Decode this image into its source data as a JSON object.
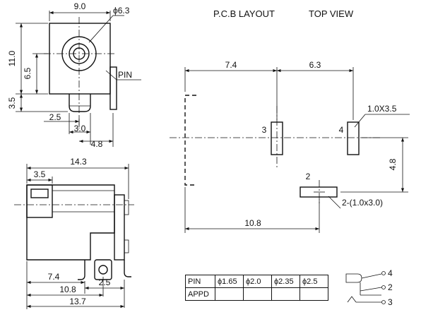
{
  "layout_title": "P.C.B LAYOUT",
  "view_label": "TOP VIEW",
  "front_view": {
    "width_dim": "9.0",
    "hole_dim": "ϕ6.3",
    "height_dim": "11.0",
    "center_dim": "6.5",
    "pin_label": "PIN",
    "bottom_dim": "3.5",
    "pin_offset_dim": "2.5",
    "pin_spacing_dim": "3.0",
    "pin_offset2_dim": "4.8"
  },
  "side_view": {
    "length_dim": "14.3",
    "front_dim": "3.5",
    "pin_a_dim": "7.4",
    "pin_b_dim": "10.8",
    "pin_c_dim": "2.5",
    "total_dim": "13.7"
  },
  "pcb": {
    "dim_left": "7.4",
    "dim_right": "6.3",
    "pad3_label": "3",
    "pad4_label": "4",
    "pad4_size": "1.0X3.5",
    "pad2_label": "2",
    "pad2_size": "2-(1.0x3.0)",
    "vertical_dim": "4.8",
    "bottom_dim": "10.8"
  },
  "spec_table": {
    "header": [
      "PIN",
      "ϕ1.65",
      "ϕ2.0",
      "ϕ2.35",
      "ϕ2.5"
    ],
    "row": [
      "APPD",
      "",
      "",
      "",
      ""
    ]
  },
  "schematic": {
    "pin4": "4",
    "pin2": "2",
    "pin3": "3"
  }
}
